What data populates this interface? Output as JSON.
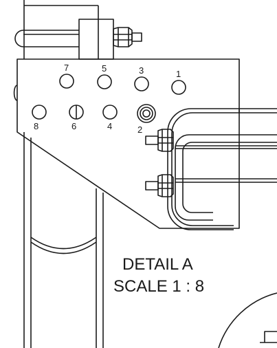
{
  "detail": {
    "title": "DETAIL A",
    "scale": "SCALE 1 : 8"
  },
  "holes": [
    {
      "label": "7"
    },
    {
      "label": "5"
    },
    {
      "label": "3"
    },
    {
      "label": "1"
    },
    {
      "label": "8"
    },
    {
      "label": "6"
    },
    {
      "label": "4"
    },
    {
      "label": "2",
      "highlighted": true
    }
  ],
  "colors": {
    "line": "#1a1a1a",
    "background": "#ffffff"
  }
}
